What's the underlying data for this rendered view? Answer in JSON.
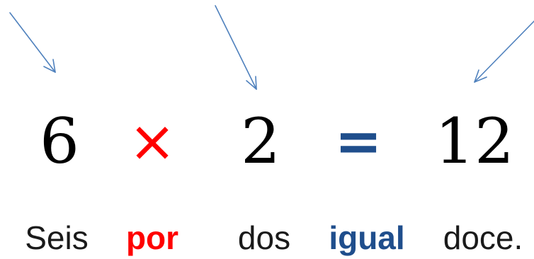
{
  "equation": {
    "operand_a": "6",
    "operator_times": "×",
    "operand_b": "2",
    "operator_equals": "=",
    "result": "12"
  },
  "words": {
    "operand_a": "Seis",
    "operator_times": "por",
    "operand_b": "dos",
    "operator_equals": "igual",
    "result": "doce."
  },
  "colors": {
    "arrow": "#4f81bd",
    "times": "#ff0000",
    "equals": "#1f4e8c",
    "text": "#1a1a1a"
  }
}
